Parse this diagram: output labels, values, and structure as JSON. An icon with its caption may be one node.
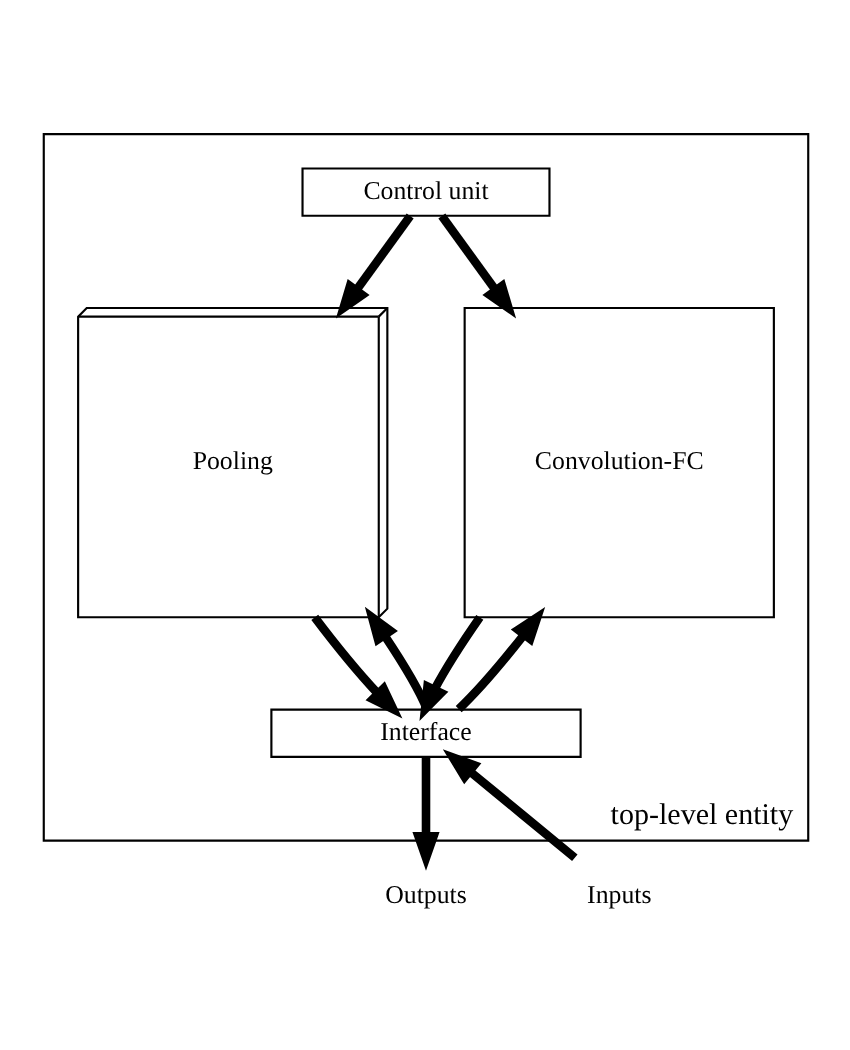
{
  "diagram": {
    "nodes": [
      {
        "text": [
          "top-level entity"
        ]
      },
      {
        "text": [
          "Control unit"
        ],
        "in": 0
      },
      {
        "text": [
          "Pooling"
        ],
        "in": 0
      },
      {
        "text": [
          "Convolution-FC"
        ],
        "in": 0
      },
      {
        "text": [
          "Interface"
        ],
        "in": 0
      },
      {
        "text": [
          "Inputs"
        ]
      },
      {
        "text": [
          "Outputs"
        ]
      }
    ],
    "edges": [
      {
        "from": 1,
        "to": 2,
        "arrow": "to"
      },
      {
        "from": 1,
        "to": 3,
        "arrow": "to"
      },
      {
        "from": 4,
        "to": 2,
        "arrow": "to"
      },
      {
        "from": 2,
        "to": 4,
        "arrow": "to"
      },
      {
        "from": 3,
        "to": 4,
        "arrow": "to"
      },
      {
        "from": 4,
        "to": 3,
        "arrow": "to"
      },
      {
        "from": 5,
        "to": 4,
        "arrow": "to"
      },
      {
        "from": 4,
        "to": 6,
        "arrow": "to"
      }
    ]
  }
}
